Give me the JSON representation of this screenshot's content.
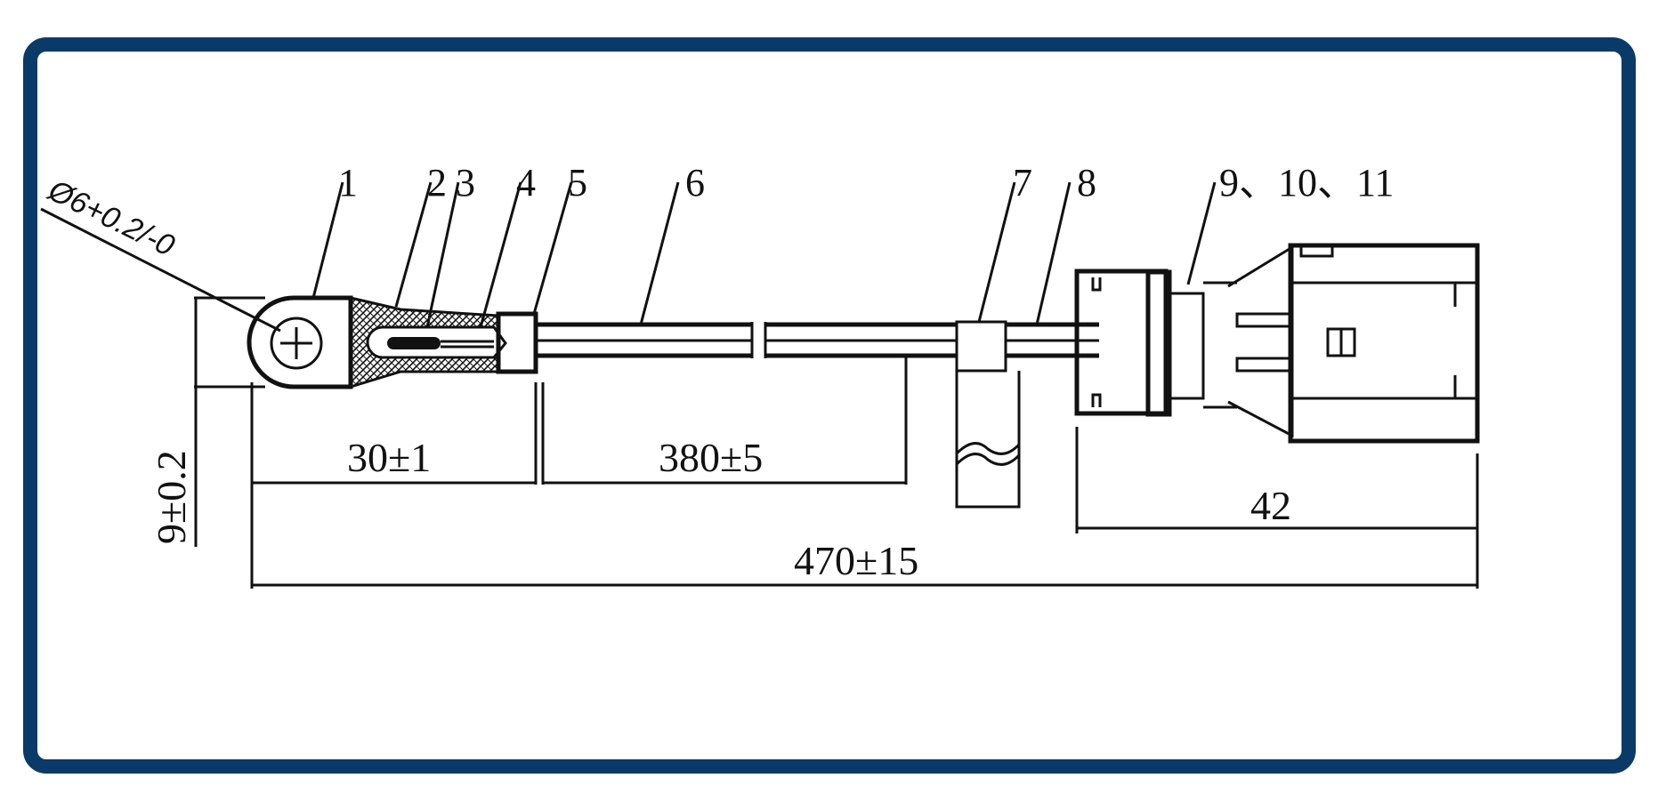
{
  "colors": {
    "frame": "#0a3a68",
    "line": "#111111",
    "background": "#ffffff"
  },
  "callouts": {
    "c1": "1",
    "c2": "2",
    "c3": "3",
    "c4": "4",
    "c5": "5",
    "c6": "6",
    "c7": "7",
    "c8": "8",
    "c9": "9、10、11"
  },
  "dimensions": {
    "hole_diameter": "Ø6+0.2/-0",
    "lug_height": "9±0.2",
    "sensor_length": "30±1",
    "cable_length": "380±5",
    "connector_length": "42",
    "total_length": "470±15"
  }
}
